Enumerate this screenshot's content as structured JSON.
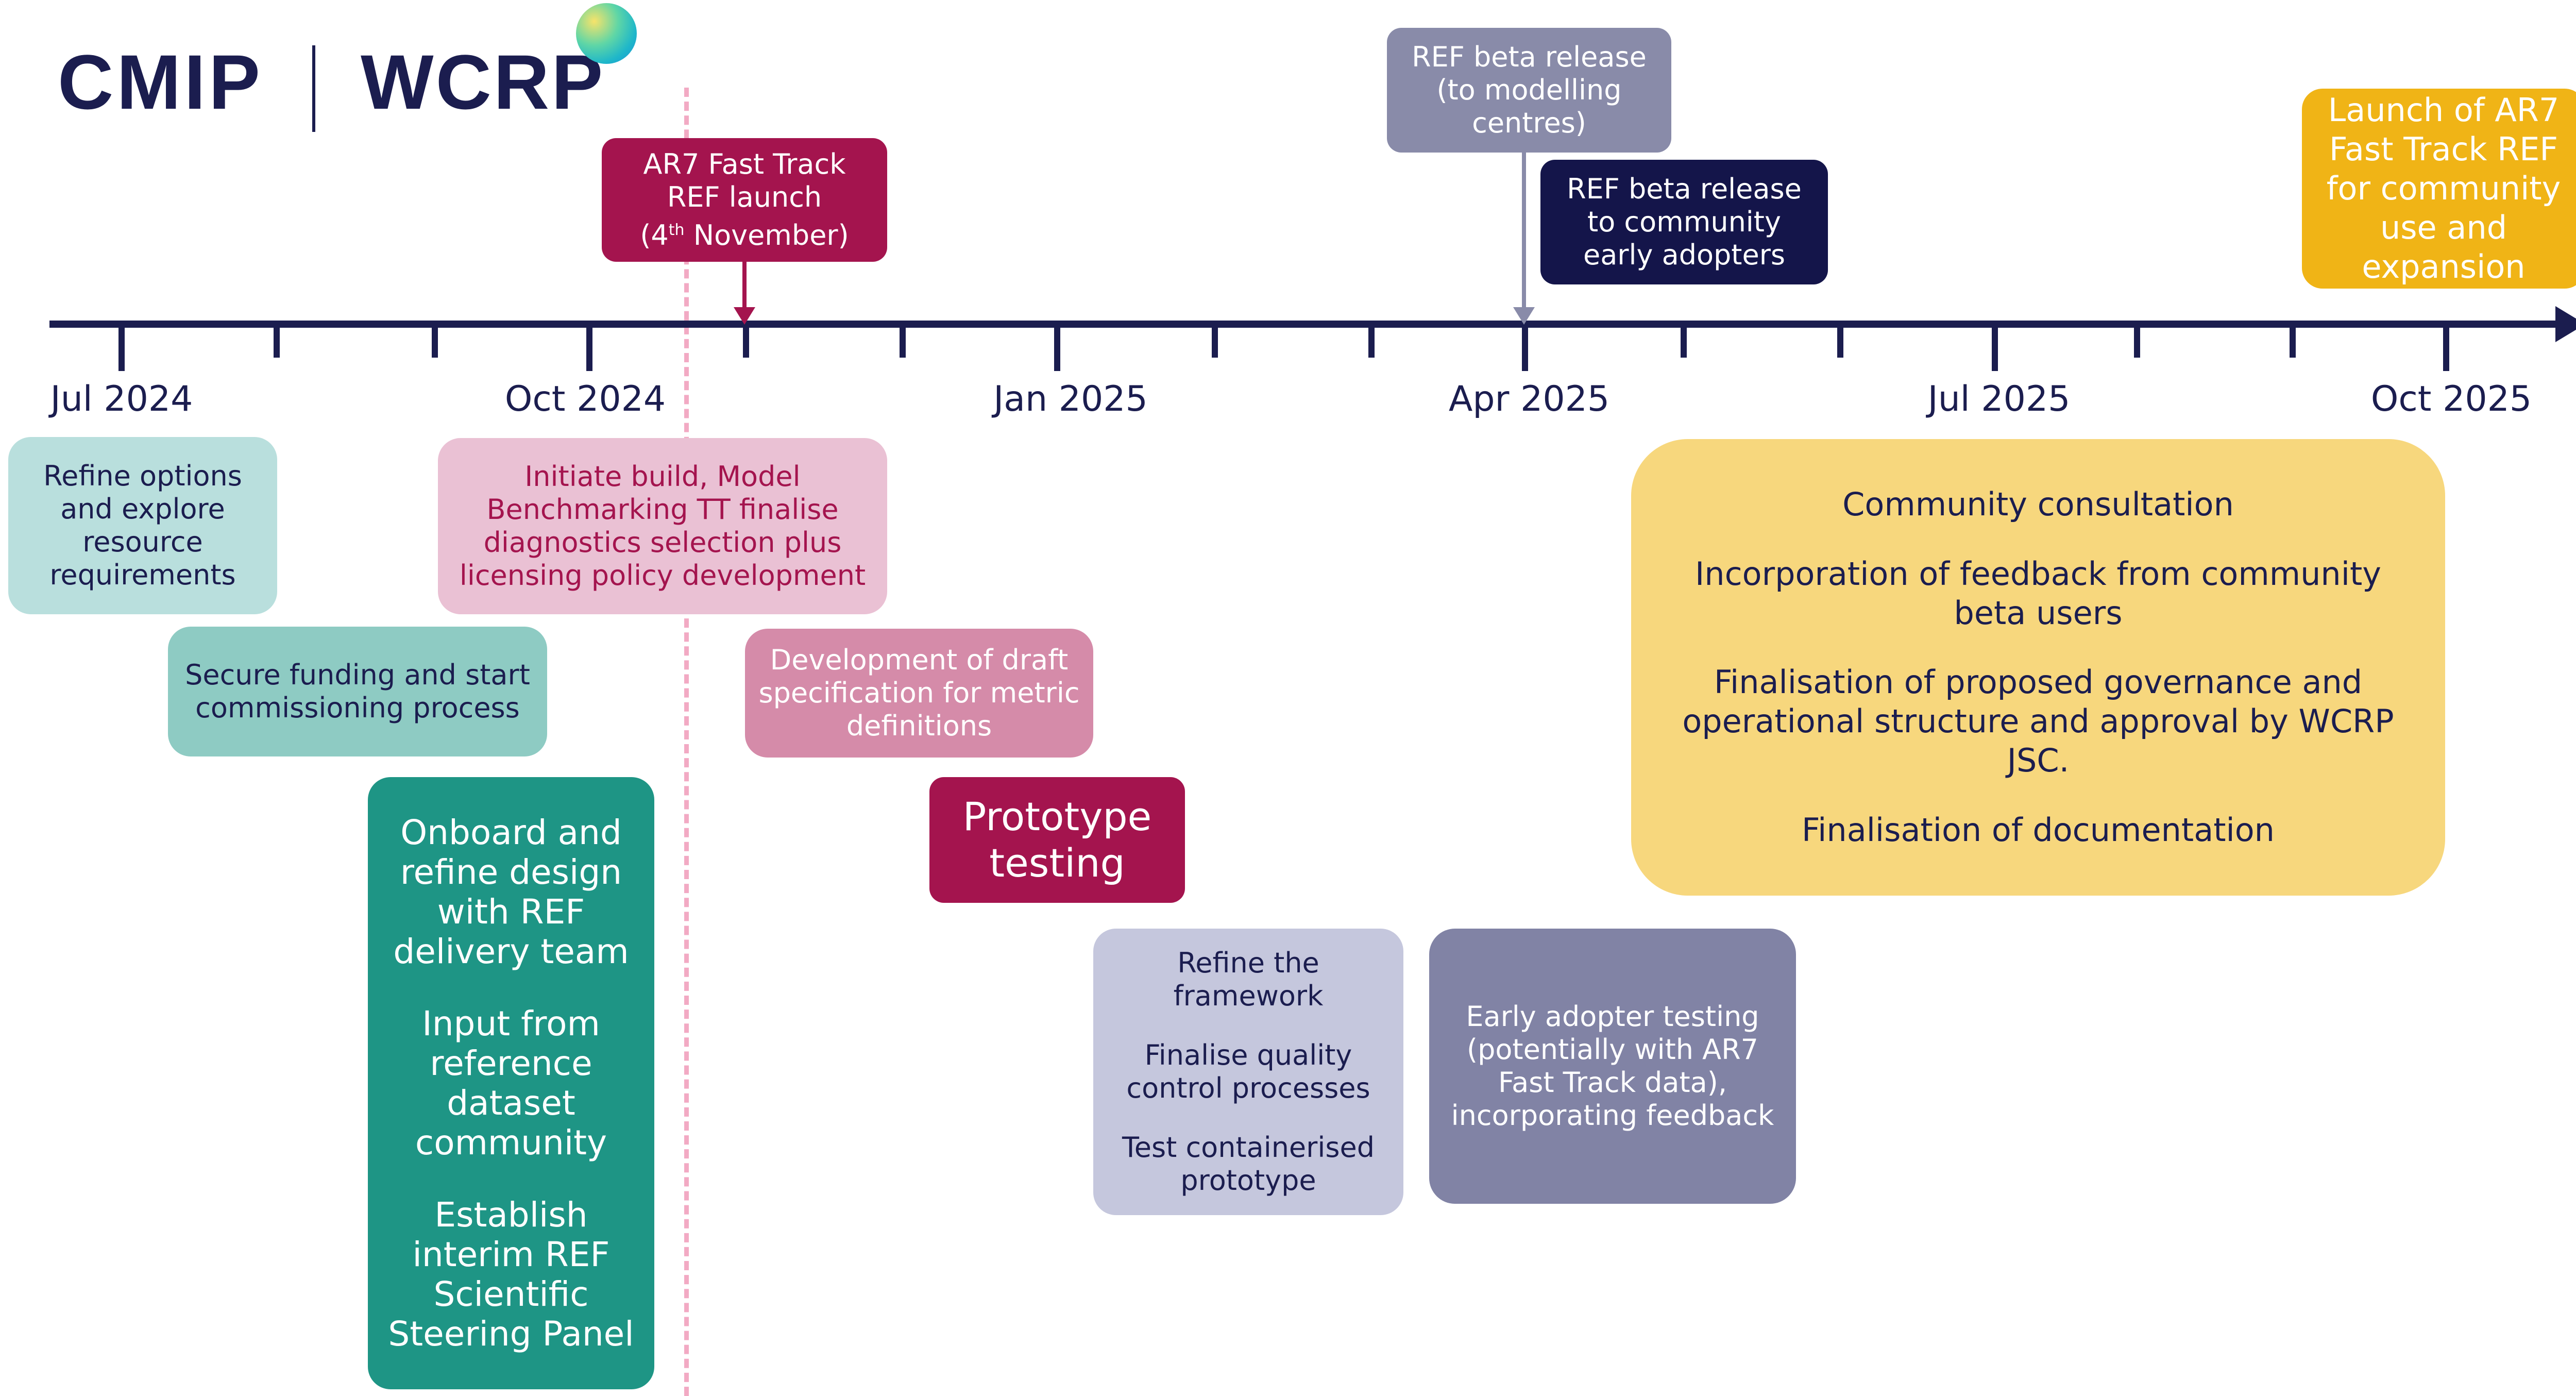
{
  "header": {
    "logo_cmip": "CMIP",
    "logo_wcrp": "WCRP"
  },
  "timeline": {
    "months": [
      "Jul 2024",
      "Oct 2024",
      "Jan 2025",
      "Apr 2025",
      "Jul 2025",
      "Oct 2025"
    ]
  },
  "milestones": {
    "ref_launch": {
      "line1": "AR7 Fast Track",
      "line2": "REF launch",
      "line3_pre": "(4",
      "line3_sup": "th",
      "line3_post": " November)"
    },
    "beta_modelling": {
      "line1": "REF beta release",
      "line2": "(to modelling",
      "line3": "centres)"
    },
    "beta_community": {
      "line1": "REF beta release",
      "line2": "to community",
      "line3": "early adopters"
    },
    "launch_ar7": {
      "line1": "Launch of AR7",
      "line2": "Fast Track REF",
      "line3": "for community",
      "line4": "use and",
      "line5": "expansion"
    }
  },
  "activities": {
    "refine_options": {
      "line1": "Refine options",
      "line2": "and explore",
      "line3": "resource",
      "line4": "requirements"
    },
    "initiate_build": {
      "line1": "Initiate build, Model",
      "line2": "Benchmarking TT finalise",
      "line3": "diagnostics selection plus",
      "line4": "licensing policy development"
    },
    "secure_funding": {
      "line1": "Secure funding and start",
      "line2": "commissioning process"
    },
    "draft_spec": {
      "line1": "Development of draft",
      "line2": "specification for metric",
      "line3": "definitions"
    },
    "onboard": {
      "p1": [
        "Onboard and",
        "refine design",
        "with REF",
        "delivery team"
      ],
      "p2": [
        "Input from",
        "reference",
        "dataset",
        "community"
      ],
      "p3": [
        "Establish",
        "interim REF",
        "Scientific",
        "Steering Panel"
      ]
    },
    "prototype": {
      "line1": "Prototype",
      "line2": "testing"
    },
    "refine_framework": {
      "p1": [
        "Refine the",
        "framework"
      ],
      "p2": [
        "Finalise quality",
        "control processes"
      ],
      "p3": [
        "Test containerised",
        "prototype"
      ]
    },
    "early_adopter": {
      "line1": "Early adopter testing",
      "line2": "(potentially with AR7",
      "line3": "Fast Track data),",
      "line4": "incorporating feedback"
    },
    "community": {
      "p1": [
        "Community consultation"
      ],
      "p2": [
        "Incorporation of feedback from community",
        "beta users"
      ],
      "p3": [
        "Finalisation of proposed governance and",
        "operational structure and approval by WCRP",
        "JSC."
      ],
      "p4": [
        "Finalisation of documentation"
      ]
    }
  },
  "colors": {
    "navy": "#1b1d4f",
    "crimson": "#a4144e",
    "dashed_line": "#f2aac4",
    "teal_light": "#b9dfdd",
    "teal_mid": "#8ecbc3",
    "teal_dark": "#1e9585",
    "pink_light": "#eac1d4",
    "pink_mid": "#d58ba9",
    "lavender": "#c5c7dd",
    "slate": "#8183a5",
    "slate_box": "#898ba9",
    "yellow": "#f7d77d",
    "gold": "#f0b416"
  }
}
